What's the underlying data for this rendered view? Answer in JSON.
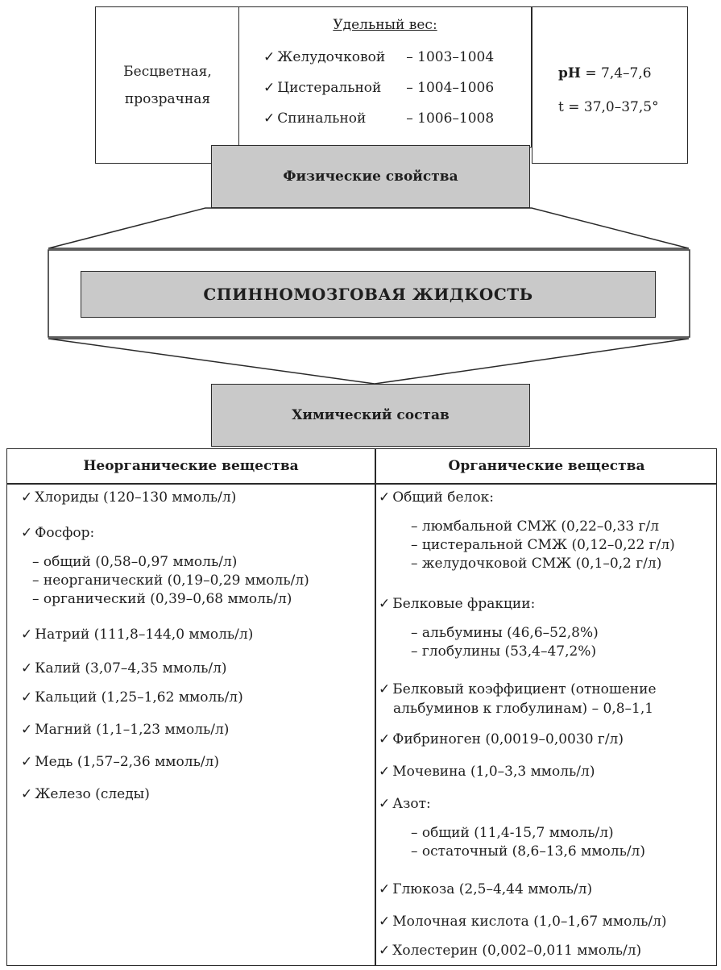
{
  "physical": {
    "appearance": [
      "Бесцветная,",
      "прозрачная"
    ],
    "gravity": {
      "title": "Удельный вес:",
      "rows": [
        {
          "label": "Желудочковой",
          "value": "– 1003–1004"
        },
        {
          "label": "Цистеральной",
          "value": "– 1004–1006"
        },
        {
          "label": "Спинальной",
          "value": "– 1006–1008"
        }
      ]
    },
    "ph": {
      "label": "pH",
      "value": " = 7,4–7,6"
    },
    "temp": "t = 37,0–37,5°",
    "header": "Физические свойства"
  },
  "main_title": "СПИННОМОЗГОВАЯ ЖИДКОСТЬ",
  "chemical_header": "Химический состав",
  "table": {
    "col_inorganic": "Неорганические вещества",
    "col_organic": "Органические вещества",
    "inorganic": [
      {
        "text": "Хлориды (120–130 ммоль/л)"
      },
      {
        "text": "Фосфор:",
        "sub": [
          "– общий (0,58–0,97 ммоль/л)",
          "– неорганический (0,19–0,29 ммоль/л)",
          "– органический (0,39–0,68 ммоль/л)"
        ]
      },
      {
        "text": "Натрий (111,8–144,0 ммоль/л)"
      },
      {
        "text": "Калий (3,07–4,35 ммоль/л)"
      },
      {
        "text": "Кальций (1,25–1,62 ммоль/л)"
      },
      {
        "text": "Магний (1,1–1,23 ммоль/л)"
      },
      {
        "text": "Медь (1,57–2,36 ммоль/л)"
      },
      {
        "text": "Железо (следы)"
      }
    ],
    "organic": [
      {
        "text": "Общий белок:",
        "sub": [
          "– люмбальной СМЖ (0,22–0,33 г/л",
          "– цистеральной СМЖ (0,12–0,22 г/л)",
          "– желудочковой СМЖ (0,1–0,2 г/л)"
        ]
      },
      {
        "text": "Белковые фракции:",
        "sub": [
          "– альбумины (46,6–52,8%)",
          "– глобулины (53,4–47,2%)"
        ]
      },
      {
        "text": "Белковый коэффициент (отношение",
        "cont": "альбуминов к глобулинам) – 0,8–1,1"
      },
      {
        "text": "Фибриноген (0,0019–0,0030 г/л)"
      },
      {
        "text": "Мочевина (1,0–3,3 ммоль/л)"
      },
      {
        "text": "Азот:",
        "sub": [
          "– общий (11,4-15,7 ммоль/л)",
          "– остаточный (8,6–13,6 ммоль/л)"
        ]
      },
      {
        "text": "Глюкоза (2,5–4,44 ммоль/л)"
      },
      {
        "text": "Молочная кислота (1,0–1,67 ммоль/л)"
      },
      {
        "text": "Холестерин (0,002–0,011 ммоль/л)"
      }
    ]
  },
  "check_symbol": "✓"
}
